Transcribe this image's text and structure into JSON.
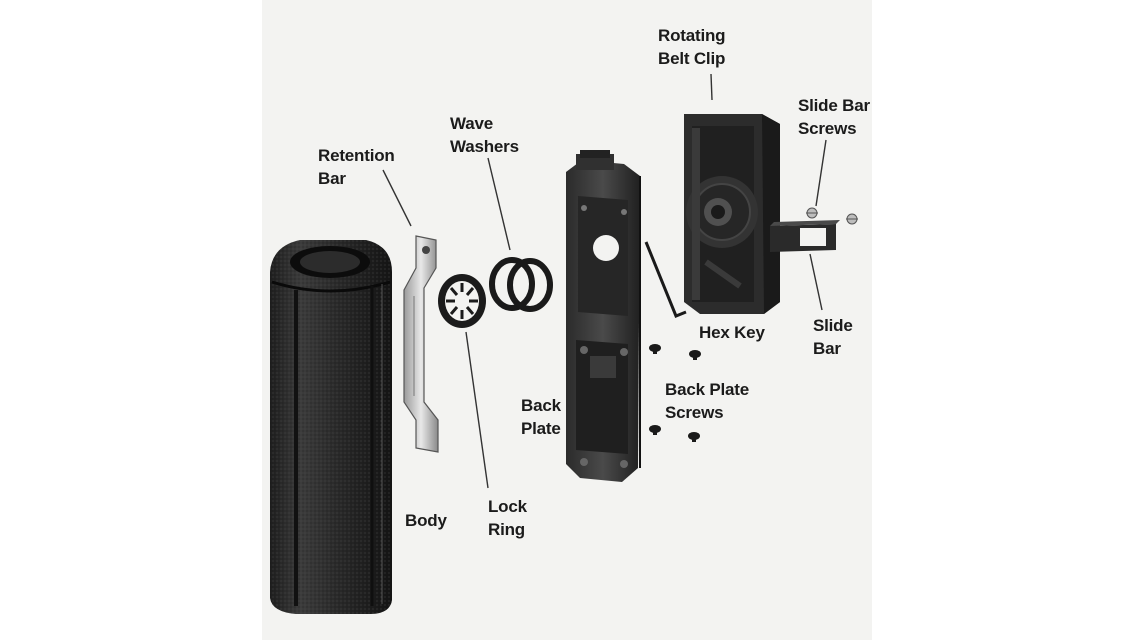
{
  "diagram": {
    "labels": {
      "rotating_belt_clip": [
        "Rotating",
        "Belt Clip"
      ],
      "slide_bar_screws": [
        "Slide Bar",
        "Screws"
      ],
      "wave_washers": [
        "Wave",
        "Washers"
      ],
      "retention_bar": [
        "Retention",
        "Bar"
      ],
      "hex_key": [
        "Hex Key"
      ],
      "slide_bar": [
        "Slide",
        "Bar"
      ],
      "back_plate_screws": [
        "Back Plate",
        "Screws"
      ],
      "back_plate": [
        "Back",
        "Plate"
      ],
      "body": [
        "Body"
      ],
      "lock_ring": [
        "Lock",
        "Ring"
      ]
    }
  }
}
